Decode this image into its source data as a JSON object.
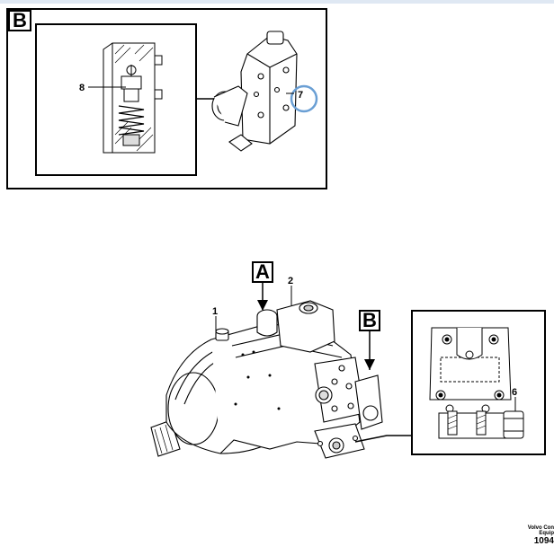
{
  "callouts": {
    "top_view": "B",
    "main_a": "A",
    "main_b": "B"
  },
  "item_numbers": {
    "n1": "1",
    "n2": "2",
    "n6": "6",
    "n7": "7",
    "n8": "8"
  },
  "footer": {
    "company": "Volvo Con",
    "dept": "Equip",
    "ref": "1094"
  },
  "colors": {
    "line": "#000000",
    "highlight_circle": "#6a9fd4",
    "top_strip": "#dfe8f3"
  }
}
